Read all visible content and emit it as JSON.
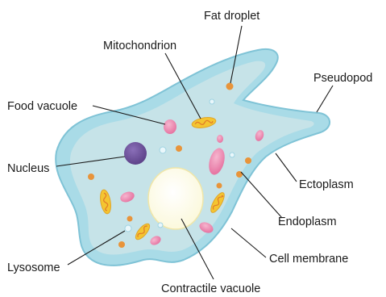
{
  "labels": {
    "fat_droplet": "Fat droplet",
    "mitochondrion": "Mitochondrion",
    "pseudopod": "Pseudopod",
    "food_vacuole": "Food vacuole",
    "nucleus": "Nucleus",
    "ectoplasm": "Ectoplasm",
    "endoplasm": "Endoplasm",
    "cell_membrane": "Cell membrane",
    "lysosome": "Lysosome",
    "contractile_vacuole": "Contractile vacuole"
  },
  "colors": {
    "ectoplasm": "#a9dbe7",
    "endoplasm": "#c6e3e8",
    "membrane": "#8ecfe0",
    "nucleus": "#5a3f86",
    "contractile_vacuole": "#fbf8d9",
    "food_vacuole": "#e56f9e",
    "mitochondrion": "#f4c531",
    "fat_droplet": "#e8943a",
    "lysosome": "#eaf7fb"
  }
}
